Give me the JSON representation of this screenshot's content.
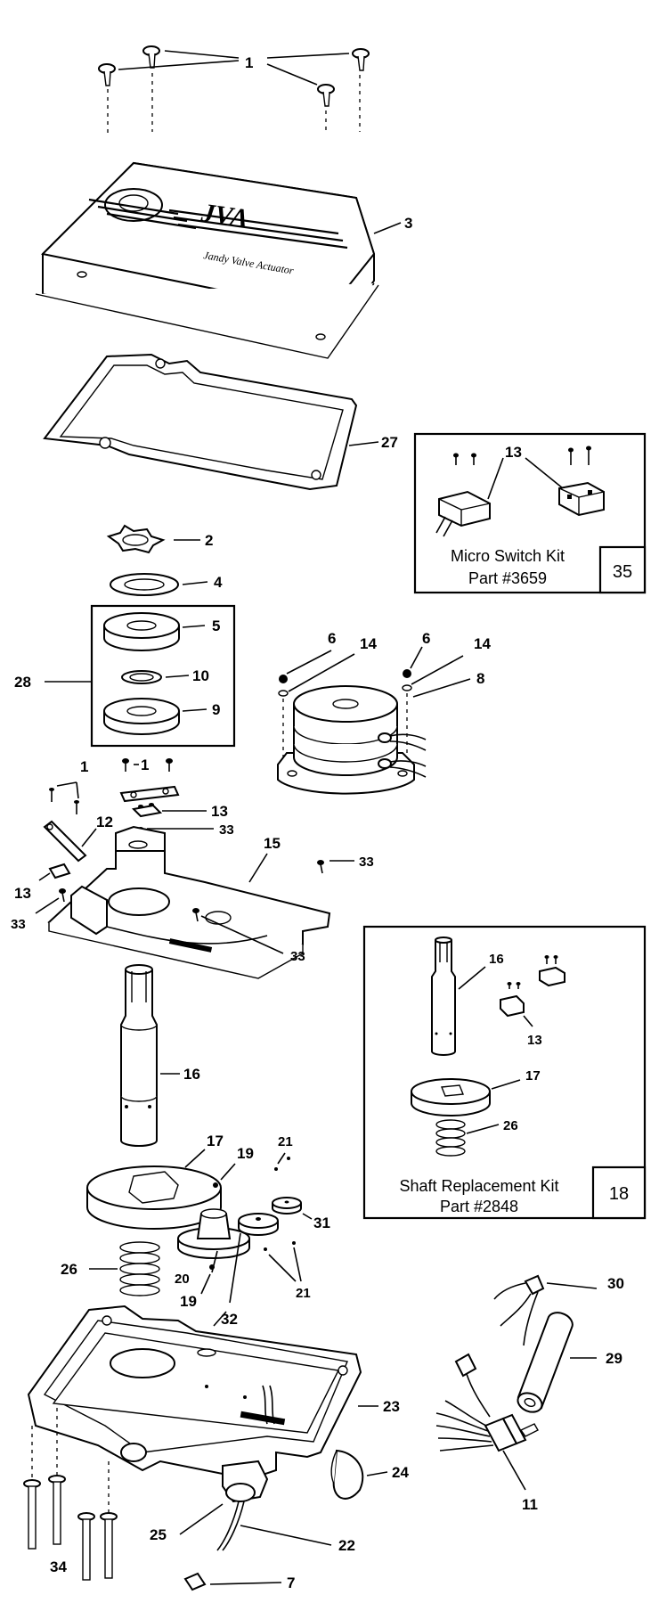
{
  "cover": {
    "logo": "JVA",
    "brand_label": "Jandy Valve Actuator"
  },
  "kits": {
    "micro_switch": {
      "line1": "Micro Switch Kit",
      "line2": "Part #3659",
      "number": "35"
    },
    "shaft_replacement": {
      "line1": "Shaft Replacement Kit",
      "line2": "Part #2848",
      "number": "18"
    }
  },
  "callouts": {
    "c1_top": "1",
    "c3": "3",
    "c27": "27",
    "c13_kit": "13",
    "c2": "2",
    "c4": "4",
    "c5": "5",
    "c28": "28",
    "c10": "10",
    "c9": "9",
    "c6_a": "6",
    "c14_a": "14",
    "c6_b": "6",
    "c14_b": "14",
    "c8": "8",
    "c1_mid": "1",
    "c1_left": "1",
    "c12": "12",
    "c13_mid": "13",
    "c33_a": "33",
    "c15": "15",
    "c33_b": "33",
    "c13_left": "13",
    "c33_c": "33",
    "c33_d": "33",
    "c16": "16",
    "c16_kit": "16",
    "c13_shaftkit": "13",
    "c17_kit": "17",
    "c26_kit": "26",
    "c17": "17",
    "c19_a": "19",
    "c21_a": "21",
    "c31": "31",
    "c26": "26",
    "c20": "20",
    "c21_b": "21",
    "c19_b": "19",
    "c32": "32",
    "c30": "30",
    "c29": "29",
    "c23": "23",
    "c24": "24",
    "c11": "11",
    "c25": "25",
    "c22": "22",
    "c34": "34",
    "c7": "7"
  }
}
